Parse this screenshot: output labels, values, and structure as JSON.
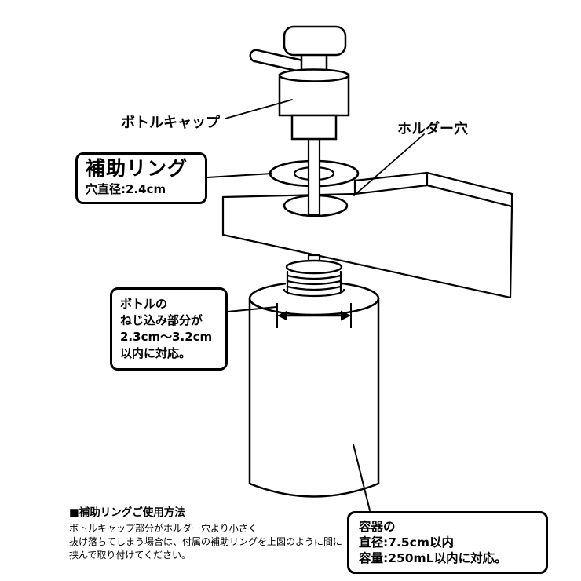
{
  "colors": {
    "line": "#000000",
    "background": "#ffffff"
  },
  "labels": {
    "bottle_cap": "ボトルキャップ",
    "holder_hole": "ホルダー穴"
  },
  "ring_box": {
    "title": "補助リング",
    "note": "穴直径:2.4cm"
  },
  "screw_box": {
    "lines": [
      "ボトルの",
      "ねじ込み部分が",
      "2.3cm〜3.2cm",
      "以内に対応。"
    ]
  },
  "container_box": {
    "lines": [
      "容器の",
      "直径:7.5cm以内",
      "容量:250mL以内に対応。"
    ]
  },
  "usage": {
    "heading": "■補助リングご使用方法",
    "lines": [
      "ボトルキャップ部分がホルダー穴より小さく",
      "抜け落ちてしまう場合は、付属の補助リングを上図のように間に",
      "挟んで取り付けてください。"
    ]
  }
}
